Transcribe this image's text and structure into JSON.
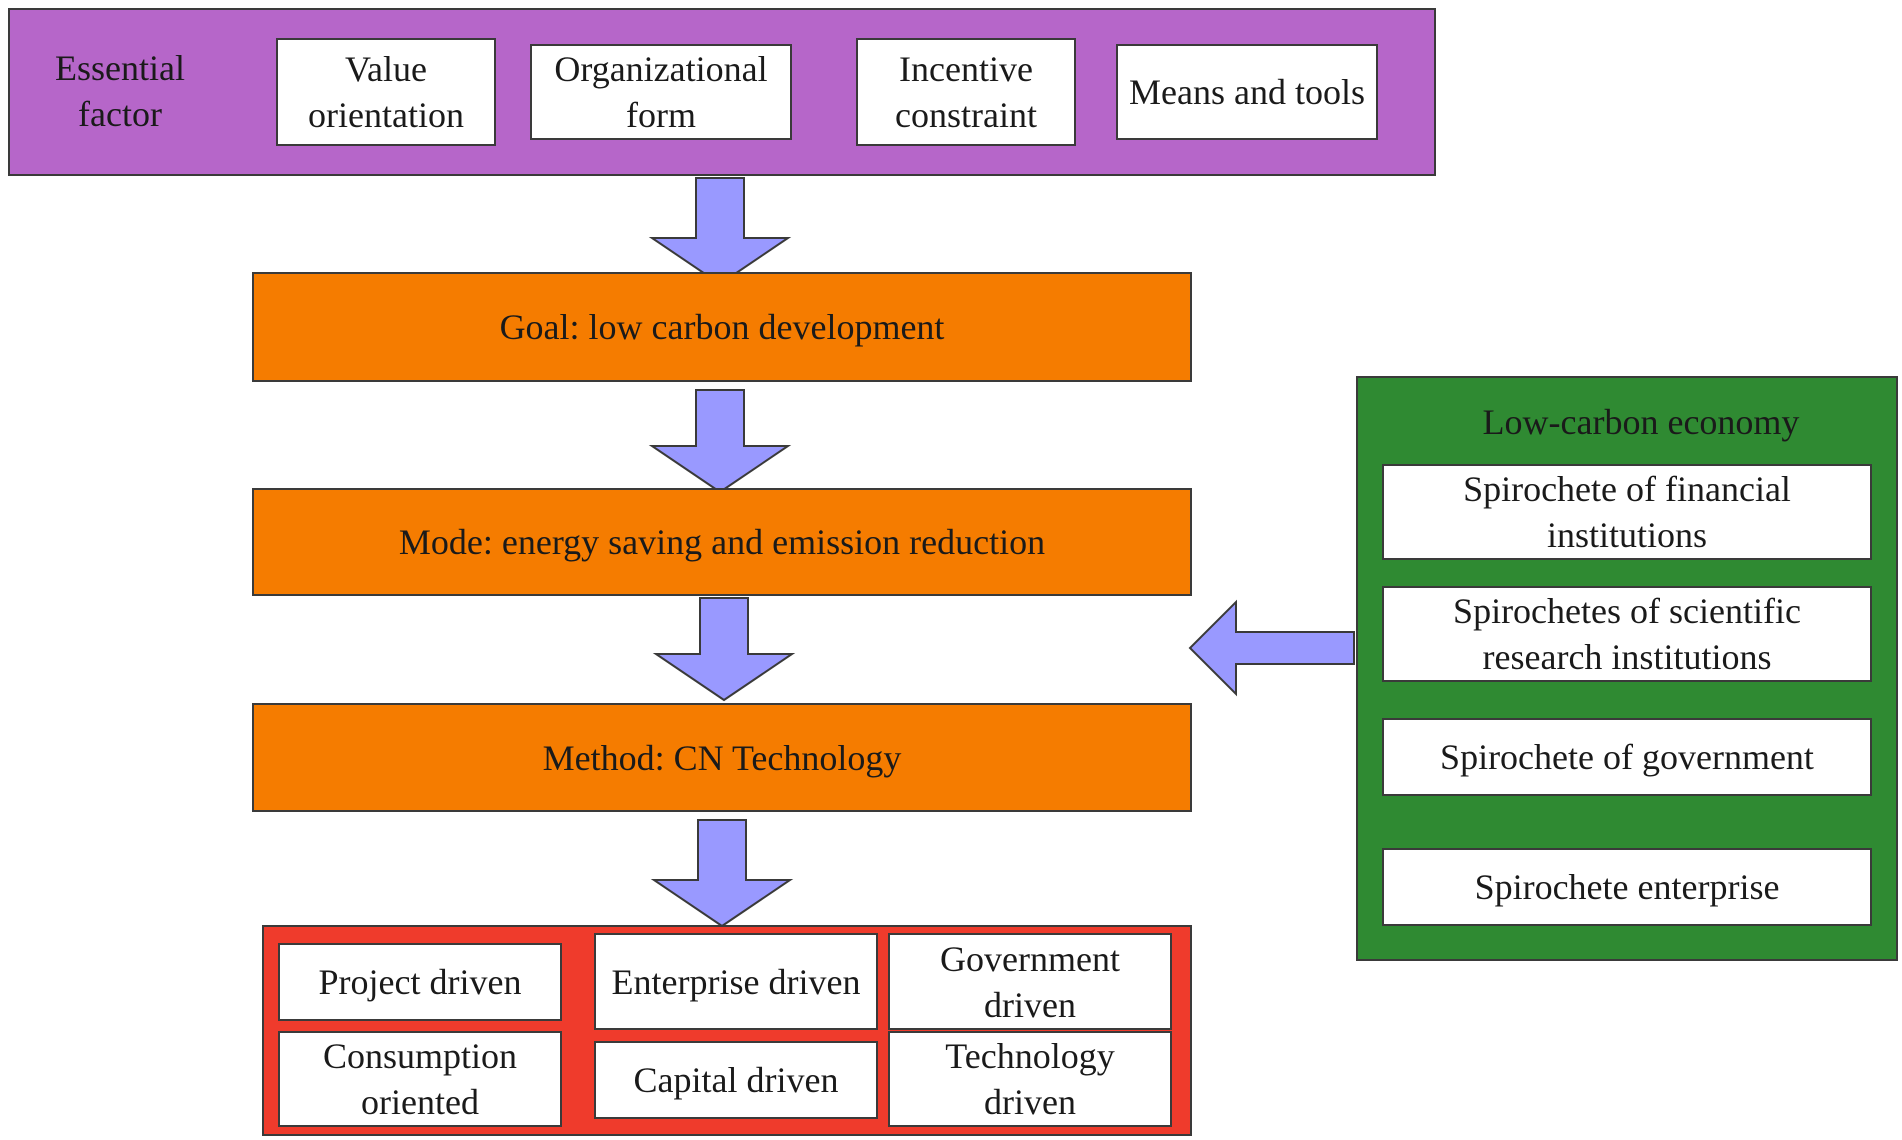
{
  "colors": {
    "essential_bg": "#b666c9",
    "process_bg": "#f57c00",
    "drivers_bg": "#ef3b2c",
    "economy_bg": "#2f8a32",
    "arrow_fill": "#9999ff"
  },
  "essential": {
    "label": "Essential factor",
    "items": [
      "Value orientation",
      "Organizational form",
      "Incentive constraint",
      "Means and tools"
    ]
  },
  "process": {
    "goal": "Goal: low carbon development",
    "mode": "Mode: energy saving and emission reduction",
    "method": "Method: CN Technology"
  },
  "drivers": [
    "Project driven",
    "Enterprise driven",
    "Government driven",
    "Consumption oriented",
    "Capital driven",
    "Technology driven"
  ],
  "economy": {
    "title": "Low-carbon economy",
    "items": [
      "Spirochete of financial institutions",
      "Spirochetes of scientific research institutions",
      "Spirochete of government",
      "Spirochete enterprise"
    ]
  }
}
